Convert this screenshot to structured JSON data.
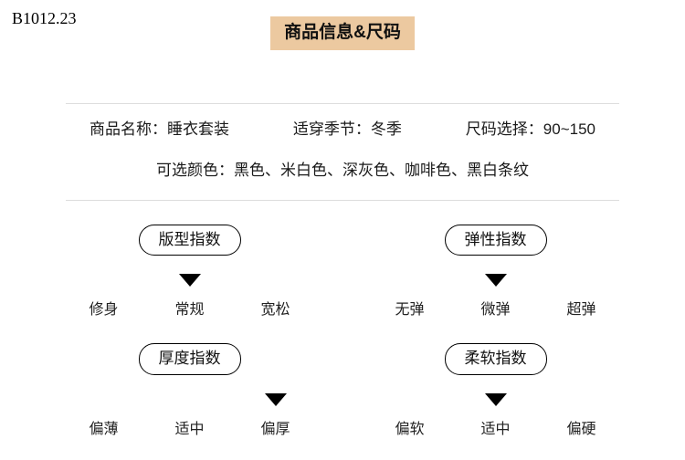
{
  "header": {
    "product_code": "B1012.23",
    "title": "商品信息&尺码",
    "title_bg": "#ecc9a0"
  },
  "info": {
    "fields": [
      {
        "label": "商品名称：",
        "value": "睡衣套装"
      },
      {
        "label": "适穿季节：",
        "value": "冬季"
      },
      {
        "label": "尺码选择：",
        "value": "90~150"
      }
    ],
    "colors": {
      "label": "可选颜色：",
      "value": "黑色、米白色、深灰色、咖啡色、黑白条纹"
    }
  },
  "indexes": [
    {
      "name": "版型指数",
      "options": [
        "修身",
        "常规",
        "宽松"
      ],
      "selected": 1,
      "selected_option": "常规"
    },
    {
      "name": "弹性指数",
      "options": [
        "无弹",
        "微弹",
        "超弹"
      ],
      "selected": 1,
      "selected_option": "微弹"
    },
    {
      "name": "厚度指数",
      "options": [
        "偏薄",
        "适中",
        "偏厚"
      ],
      "selected": 2,
      "selected_option": "偏厚"
    },
    {
      "name": "柔软指数",
      "options": [
        "偏软",
        "适中",
        "偏硬"
      ],
      "selected": 1,
      "selected_option": "适中"
    }
  ]
}
